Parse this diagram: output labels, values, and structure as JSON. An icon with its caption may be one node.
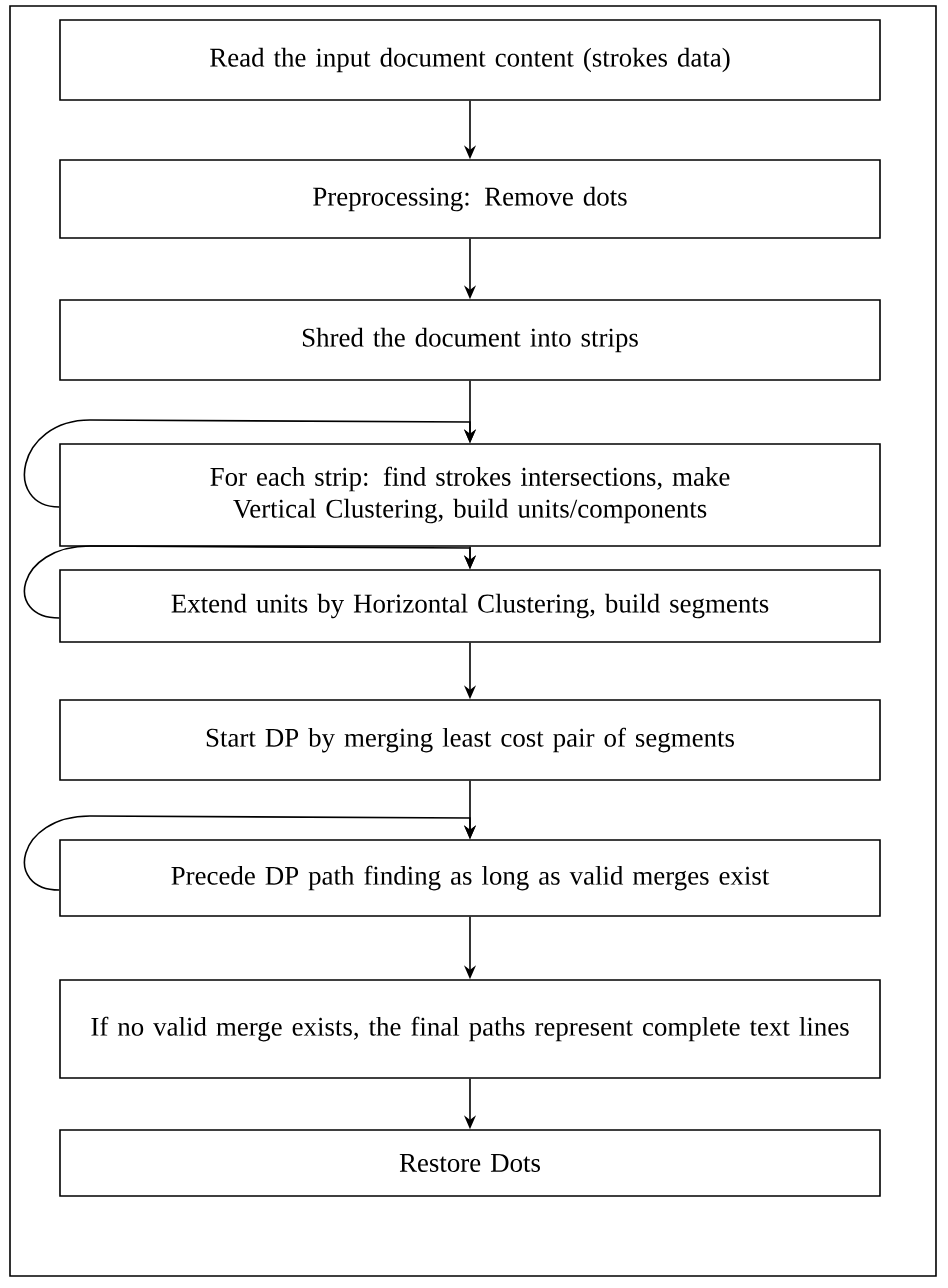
{
  "diagram": {
    "nodes": [
      {
        "text": [
          "Read the input document content (strokes data)"
        ]
      },
      {
        "text": [
          "Preprocessing: Remove dots"
        ]
      },
      {
        "text": [
          "Shred the document into strips"
        ]
      },
      {
        "text": [
          "For each strip: find strokes intersections, make Vertical Clustering, build units/components"
        ]
      },
      {
        "text": [
          "Extend units by Horizontal Clustering, build segments"
        ]
      },
      {
        "text": [
          "Start DP by merging least cost pair of segments"
        ]
      },
      {
        "text": [
          "Precede DP path finding as long as valid merges exist"
        ]
      },
      {
        "text": [
          "If no valid merge exists, the final paths represent complete text lines"
        ]
      },
      {
        "text": [
          "Restore Dots"
        ]
      }
    ],
    "edges": [
      {
        "from": 0,
        "to": 1,
        "arrow": "to"
      },
      {
        "from": 1,
        "to": 2,
        "arrow": "to"
      },
      {
        "from": 2,
        "to": 3,
        "arrow": "to"
      },
      {
        "from": 3,
        "to": 3,
        "arrow": "to"
      },
      {
        "from": 3,
        "to": 4,
        "arrow": "to"
      },
      {
        "from": 4,
        "to": 4,
        "arrow": "to"
      },
      {
        "from": 4,
        "to": 5,
        "arrow": "to"
      },
      {
        "from": 5,
        "to": 6,
        "arrow": "to"
      },
      {
        "from": 6,
        "to": 6,
        "arrow": "to"
      },
      {
        "from": 6,
        "to": 7,
        "arrow": "to"
      },
      {
        "from": 7,
        "to": 8,
        "arrow": "to"
      }
    ]
  }
}
